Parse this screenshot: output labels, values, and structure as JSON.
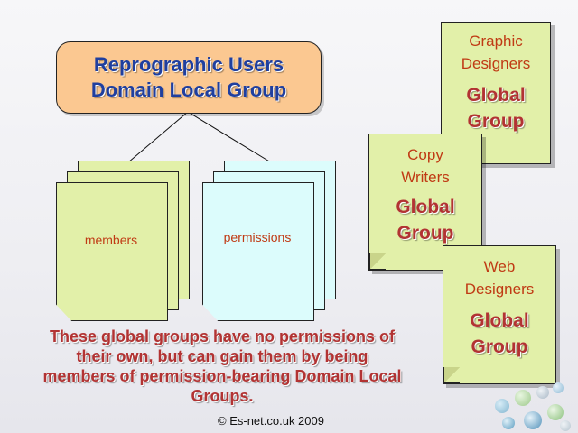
{
  "title": {
    "line1": "Reprographic Users",
    "line2": "Domain Local Group"
  },
  "stacks": {
    "members": "members",
    "permissions": "permissions"
  },
  "groups": [
    {
      "role_line1": "Graphic",
      "role_line2": "Designers",
      "global_line1": "Global",
      "global_line2": "Group"
    },
    {
      "role_line1": "Copy",
      "role_line2": "Writers",
      "global_line1": "Global",
      "global_line2": "Group"
    },
    {
      "role_line1": "Web",
      "role_line2": "Designers",
      "global_line1": "Global",
      "global_line2": "Group"
    }
  ],
  "caption": {
    "line1": "These global groups have no permissions of",
    "line2": "their own, but can gain them by being",
    "line3": "members of permission-bearing Domain Local",
    "line4": "Groups."
  },
  "copyright": "© Es-net.co.uk 2009",
  "colors": {
    "title_fill": "#fbc891",
    "title_text": "#1f3f9f",
    "doc_green": "#e2f0a9",
    "doc_cyan": "#dcfcfc",
    "accent_red": "#b23333"
  }
}
